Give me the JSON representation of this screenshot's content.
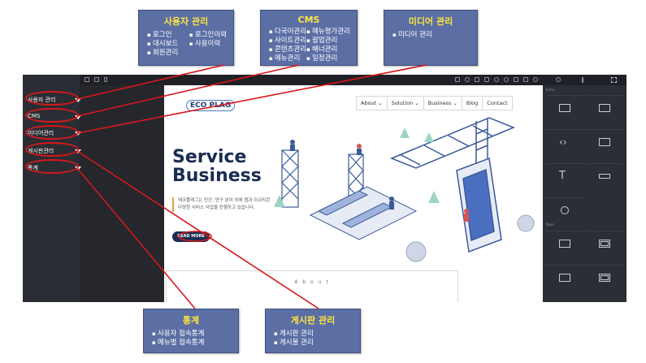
{
  "callouts": {
    "user_mgmt": {
      "title": "사용자 관리",
      "col1": [
        "로그인",
        "대시보드",
        "회원관리"
      ],
      "col2": [
        "로그인이력",
        "사용이력"
      ]
    },
    "cms": {
      "title": "CMS",
      "col1": [
        "다국어관리",
        "사이트관리",
        "콘텐츠관리",
        "메뉴관리"
      ],
      "col2": [
        "메뉴평가관리",
        "팝업관리",
        "배너관리",
        "일정관리"
      ]
    },
    "media": {
      "title": "미디어 관리",
      "col1": [
        "미디어 관리"
      ]
    },
    "stats": {
      "title": "통계",
      "col1": [
        "사용자 접속통계",
        "메뉴별 접속통계"
      ]
    },
    "board": {
      "title": "게시판 관리",
      "col1": [
        "게시판 관리",
        "게시물 관리"
      ]
    }
  },
  "sidebar": {
    "items": [
      {
        "label": "사용자 관리"
      },
      {
        "label": "CMS"
      },
      {
        "label": "미디어관리"
      },
      {
        "label": "게시판관리"
      },
      {
        "label": "통계"
      }
    ]
  },
  "site": {
    "logo": "ECO PLAG",
    "nav": [
      "About ⌄",
      "Solution ⌄",
      "Business ⌄",
      "Blog",
      "Contact"
    ],
    "hero_line1": "Service",
    "hero_line2": "Business",
    "hero_text1": "에코플래그는 민간, 연구 분야 외에 앱과 이코티콘",
    "hero_text2": "다양한 서비스 사업을 진행하고 있습니다.",
    "read_more": "READ MORE",
    "about_label": "A b o u t"
  },
  "right_panel": {
    "section1": "Extra",
    "section2": "Basic"
  },
  "colors": {
    "accent_red": "#d6181c",
    "callout_bg": "#5b6fa5",
    "callout_title": "#ffe53d",
    "hero_navy": "#1a2c52"
  }
}
